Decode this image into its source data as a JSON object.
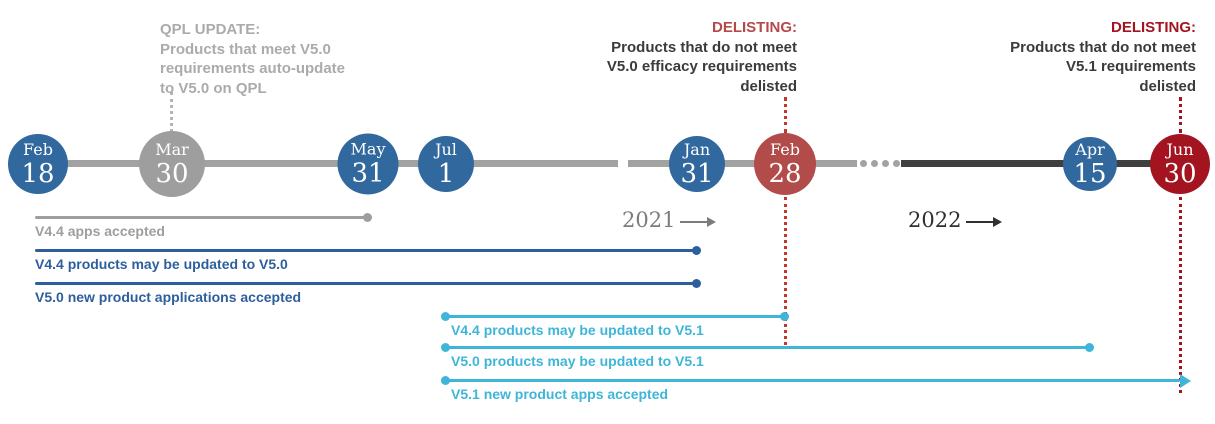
{
  "annotations": {
    "qpl_update": {
      "heading": "QPL UPDATE:",
      "lines": [
        "Products that meet V5.0",
        "requirements auto-update",
        "to V5.0 on QPL"
      ]
    },
    "delisting_v50": {
      "heading": "DELISTING:",
      "lines": [
        "Products that do not meet",
        "V5.0 efficacy requirements",
        "delisted"
      ]
    },
    "delisting_v51": {
      "heading": "DELISTING:",
      "lines": [
        "Products that do not meet",
        "V5.1 requirements",
        "delisted"
      ]
    }
  },
  "timeline": {
    "nodes": [
      {
        "month": "Feb",
        "day": "18",
        "color": "#31689e"
      },
      {
        "month": "Mar",
        "day": "30",
        "color": "#9e9e9e"
      },
      {
        "month": "May",
        "day": "31",
        "color": "#31689e"
      },
      {
        "month": "Jul",
        "day": "1",
        "color": "#31689e"
      },
      {
        "month": "Jan",
        "day": "31",
        "color": "#31689e"
      },
      {
        "month": "Feb",
        "day": "28",
        "color": "#b24c4b"
      },
      {
        "month": "Apr",
        "day": "15",
        "color": "#31689e"
      },
      {
        "month": "Jun",
        "day": "30",
        "color": "#a31420"
      }
    ],
    "years": [
      {
        "label": "2021"
      },
      {
        "label": "2022"
      }
    ],
    "line_colors": {
      "past": "#a2a2a2",
      "future": "#3f3f3f"
    }
  },
  "bars": [
    {
      "label": "V4.4 apps accepted",
      "color": "#9e9e9e"
    },
    {
      "label": "V4.4 products may be updated to V5.0",
      "color": "#2d5f9e"
    },
    {
      "label": "V5.0 new product applications accepted",
      "color": "#2d5f9e"
    },
    {
      "label": "V4.4 products may be updated to V5.1",
      "color": "#3fb5d8"
    },
    {
      "label": "V5.0 products may be updated to V5.1",
      "color": "#3fb5d8"
    },
    {
      "label": "V5.1 new product apps accepted",
      "color": "#3fb5d8"
    }
  ]
}
